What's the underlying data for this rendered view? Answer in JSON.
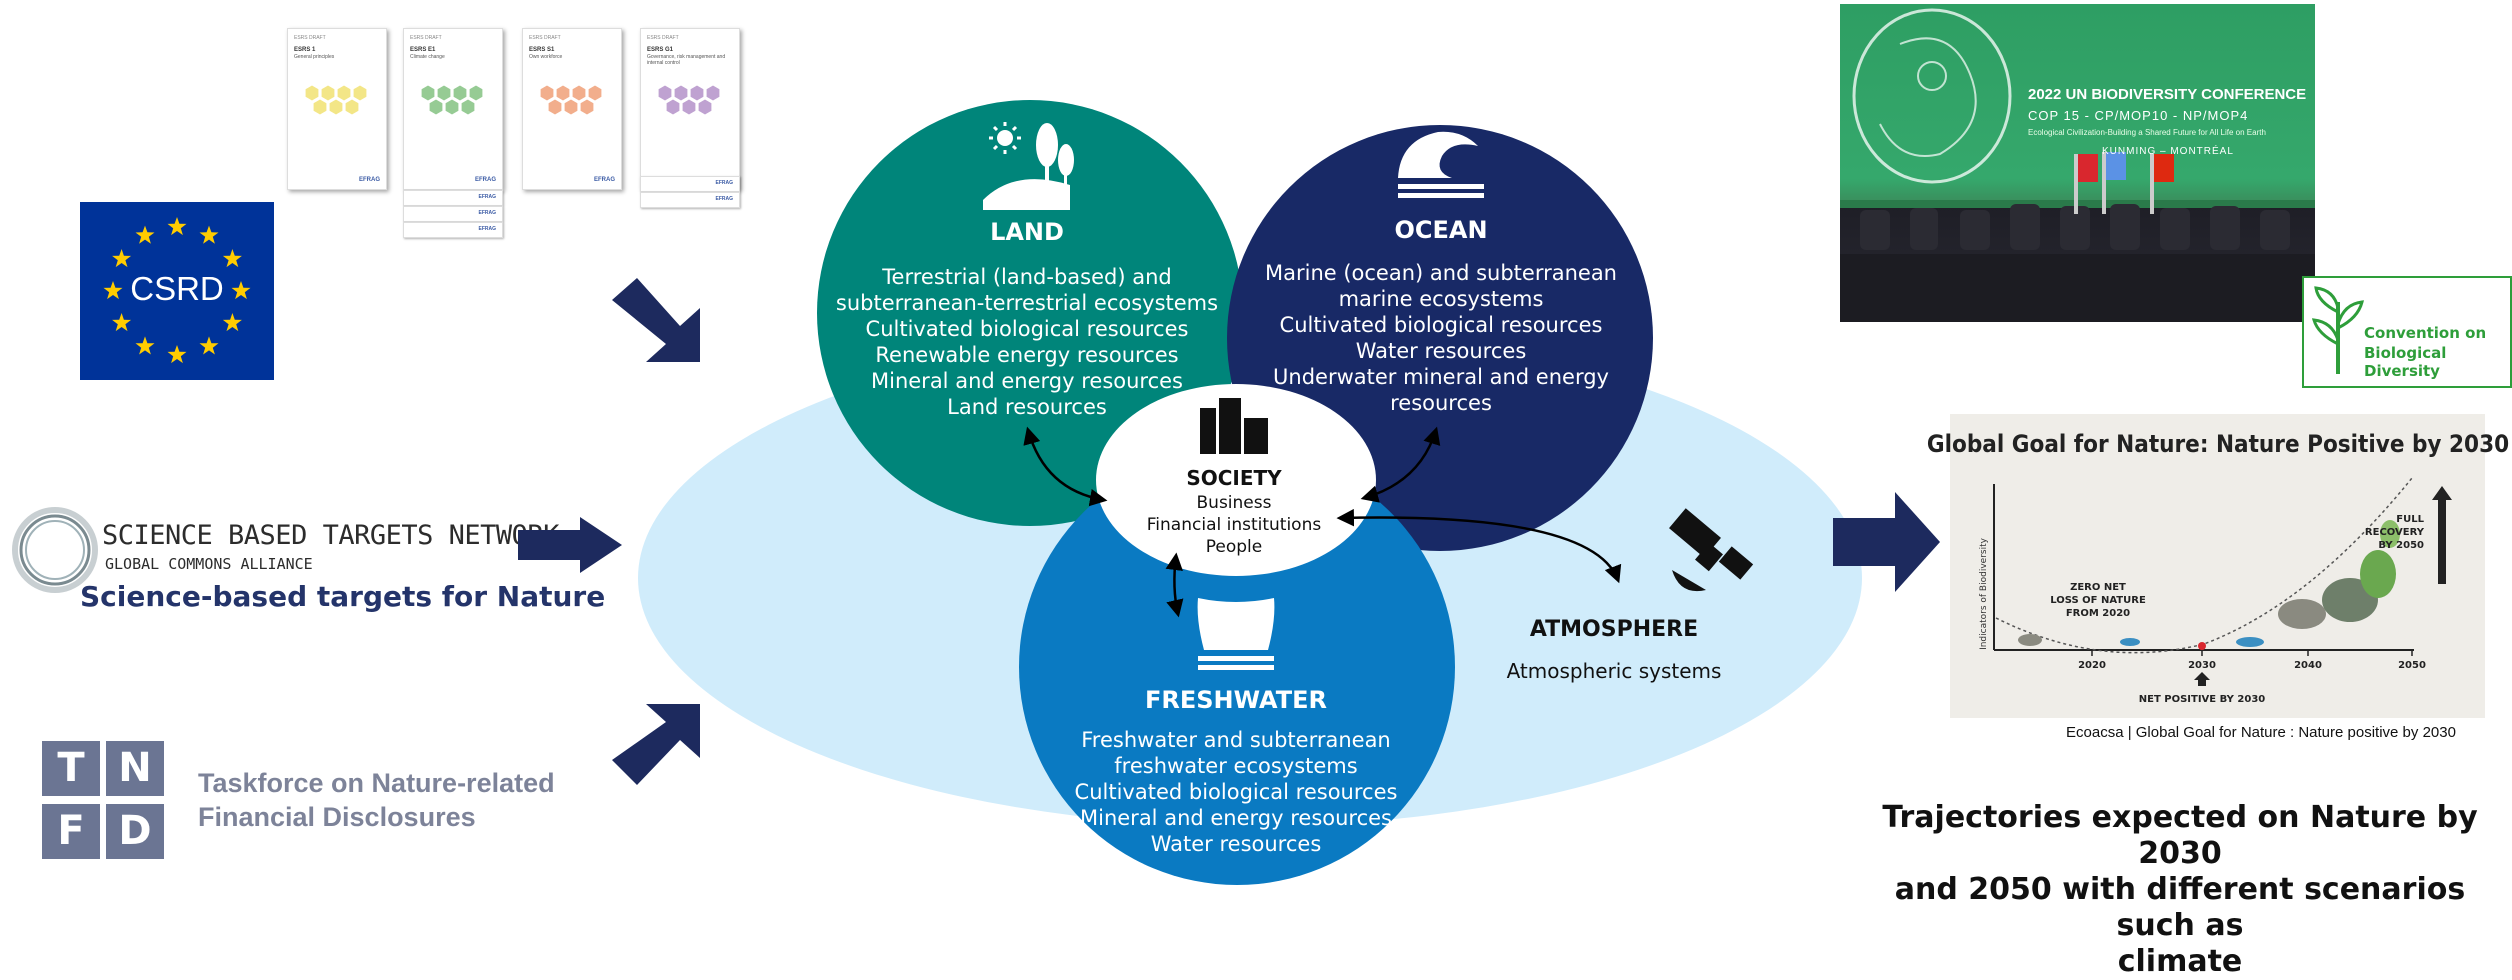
{
  "esrs": {
    "docs": [
      {
        "header": "ESRS DRAFT",
        "code": "ESRS 1",
        "subtitle": "General principles",
        "color": "#f1e06a",
        "brand": "EFRAG"
      },
      {
        "header": "ESRS DRAFT",
        "code": "ESRS E1",
        "subtitle": "Climate change",
        "color": "#7dbf7a",
        "brand": "EFRAG"
      },
      {
        "header": "ESRS DRAFT",
        "code": "ESRS S1",
        "subtitle": "Own workforce",
        "color": "#ef9a70",
        "brand": "EFRAG"
      },
      {
        "header": "ESRS DRAFT",
        "code": "ESRS G1",
        "subtitle": "Governance, risk management and internal control",
        "color": "#b08bc6",
        "brand": "EFRAG"
      }
    ],
    "stack_brand": "EFRAG"
  },
  "csrd": {
    "label": "CSRD",
    "color": "#003399",
    "star_color": "#ffcc00"
  },
  "sbtn": {
    "name": "SCIENCE BASED TARGETS NETWORK",
    "sub": "GLOBAL COMMONS ALLIANCE",
    "caption": "Science-based targets for Nature"
  },
  "tnfd": {
    "letters": [
      "T",
      "N",
      "F",
      "D"
    ],
    "line1": "Taskforce on Nature-related",
    "line2": "Financial Disclosures"
  },
  "diagram": {
    "land": {
      "title": "LAND",
      "lines": [
        "Terrestrial (land-based) and",
        "subterranean-terrestrial ecosystems",
        "Cultivated biological resources",
        "Renewable energy resources",
        "Mineral and energy resources",
        "Land resources"
      ],
      "color": "#00857a"
    },
    "ocean": {
      "title": "OCEAN",
      "lines": [
        "Marine (ocean) and subterranean",
        "marine ecosystems",
        "Cultivated biological resources",
        "Water resources",
        "Underwater mineral and energy",
        "resources"
      ],
      "color": "#182966"
    },
    "freshwater": {
      "title": "FRESHWATER",
      "lines": [
        "Freshwater and subterranean",
        "freshwater ecosystems",
        "Cultivated biological resources",
        "Mineral and energy resources",
        "Water resources"
      ],
      "color": "#0a7ac2"
    },
    "society": {
      "title": "SOCIETY",
      "lines": [
        "Business",
        "Financial institutions",
        "People"
      ]
    },
    "atmosphere": {
      "title": "ATMOSPHERE",
      "text": "Atmospheric systems"
    },
    "ellipse_color": "#d0ecfb",
    "arrow_color": "#1d2a5e"
  },
  "cop15": {
    "title": "2022 UN BIODIVERSITY CONFERENCE",
    "line2": "COP 15 - CP/MOP10 - NP/MOP4",
    "line3": "Ecological Civilization-Building a Shared Future for All Life on Earth",
    "line4": "KUNMING – MONTRÉAL"
  },
  "cbd": {
    "line1": "Convention on",
    "line2": "Biological Diversity"
  },
  "goal_chart": {
    "title": "Global Goal for Nature: Nature Positive by 2030",
    "y_label": "Indicators of Biodiversity",
    "ticks": [
      "2020",
      "2030",
      "2040",
      "2050"
    ],
    "zero_net": [
      "ZERO NET",
      "LOSS OF NATURE",
      "FROM 2020"
    ],
    "full_recovery": [
      "FULL",
      "RECOVERY",
      "BY 2050"
    ],
    "net_positive": "NET POSITIVE BY 2030"
  },
  "goal_caption": "Ecoacsa | Global Goal for Nature : Nature positive by 2030",
  "trajectory_text": [
    "Trajectories expected on Nature by 2030",
    "and 2050 with different scenarios such as",
    "climate"
  ]
}
